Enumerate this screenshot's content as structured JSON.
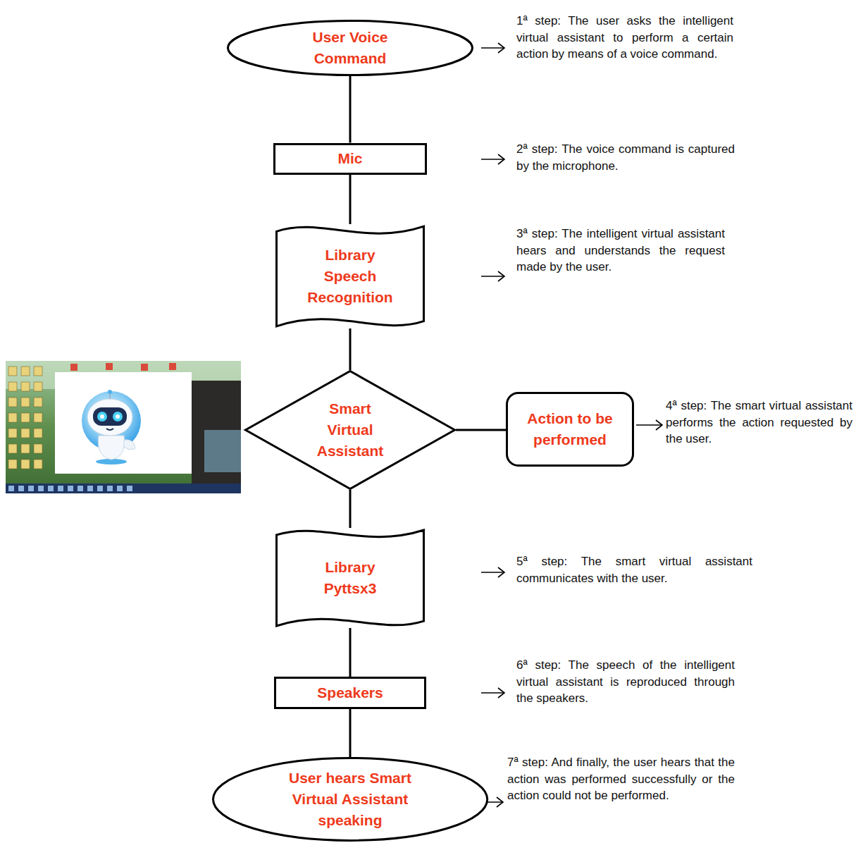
{
  "diagram": {
    "nodes": [
      {
        "text": [
          "User Voice Command"
        ]
      },
      {
        "text": [
          "Mic"
        ]
      },
      {
        "text": [
          "Library Speech Recognition"
        ]
      },
      {
        "text": [
          "Smart Virtual Assistant"
        ]
      },
      {
        "text": [
          "Action to be performed"
        ]
      },
      {
        "text": [
          "Library Pyttsx3"
        ]
      },
      {
        "text": [
          "Speakers"
        ]
      },
      {
        "text": [
          "User hears Smart Virtual Assistant speaking"
        ]
      }
    ],
    "edges": [
      {
        "from": 0,
        "to": 1,
        "arrow": "none"
      },
      {
        "from": 1,
        "to": 2,
        "arrow": "none"
      },
      {
        "from": 2,
        "to": 3,
        "arrow": "none"
      },
      {
        "from": 3,
        "to": 4,
        "arrow": "none"
      },
      {
        "from": 3,
        "to": 5,
        "arrow": "none"
      },
      {
        "from": 5,
        "to": 6,
        "arrow": "none"
      },
      {
        "from": 6,
        "to": 7,
        "arrow": "none"
      }
    ],
    "labels": [
      "1ª step: The user asks the intelligent virtual assistant to perform a certain action by means of a voice command.",
      "2ª step: The voice command is captured by the microphone.",
      "3ª step: The intelligent virtual assistant hears and understands the request made by the user.",
      "4ª step: The smart virtual assistant performs the action requested by the user.",
      "5ª step: The smart virtual assistant communicates with the user.",
      "6ª step: The speech of the intelligent virtual assistant is reproduced through the speakers.",
      "7ª step: And finally, the user hears that the action was performed successfully or the action could not be performed."
    ]
  }
}
